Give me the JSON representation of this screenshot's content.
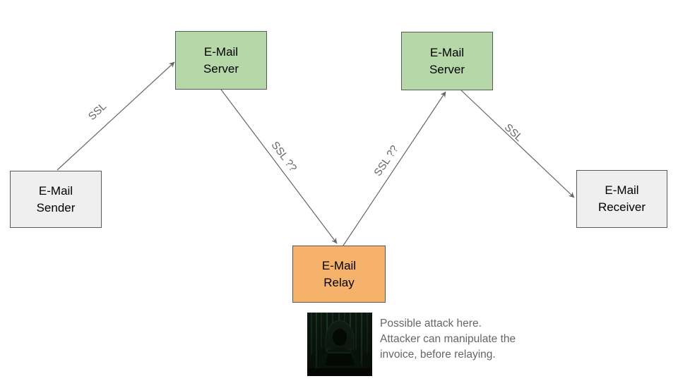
{
  "diagram": {
    "nodes": {
      "sender": {
        "label": "E-Mail\nSender",
        "fill": "#efefef"
      },
      "server1": {
        "label": "E-Mail\nServer",
        "fill": "#b6d7a8"
      },
      "relay": {
        "label": "E-Mail\nRelay",
        "fill": "#f6b26b"
      },
      "server2": {
        "label": "E-Mail\nServer",
        "fill": "#b6d7a8"
      },
      "receiver": {
        "label": "E-Mail\nReceiver",
        "fill": "#efefef"
      }
    },
    "edges": {
      "sender_to_server1": {
        "label": "SSL"
      },
      "server1_to_relay": {
        "label": "SSL ??"
      },
      "relay_to_server2": {
        "label": "SSL ??"
      },
      "server2_to_receiver": {
        "label": "SSL"
      }
    },
    "annotation": {
      "text": "Possible attack here.\nAttacker can manipulate the\ninvoice, before relaying.",
      "image": "hooded-hacker-at-laptop"
    },
    "colors": {
      "line": "#666666",
      "border": "#595959",
      "node_text": "#000000",
      "label_text": "#666666",
      "background": "#ffffff"
    }
  }
}
